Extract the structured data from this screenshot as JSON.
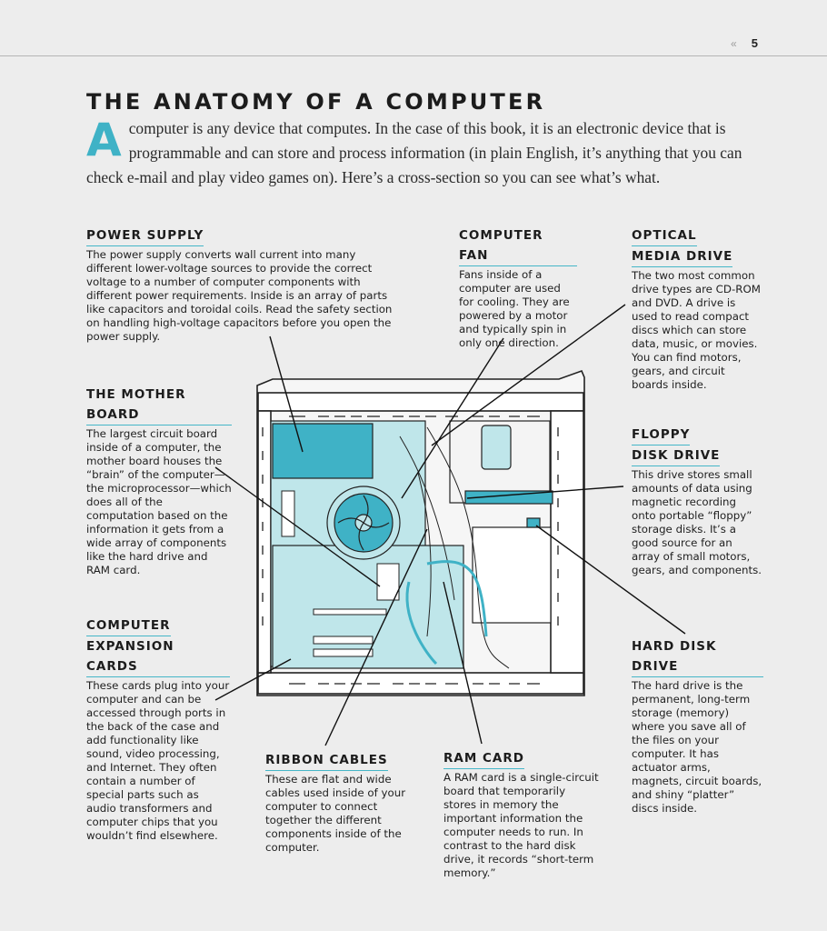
{
  "header": {
    "nav_icon": "«",
    "page_number": "5"
  },
  "title": "THE ANATOMY OF A COMPUTER",
  "intro": {
    "dropcap": "A",
    "text": "computer is any device that computes. In the case of this book, it is an electronic device that is programmable and can store and process information (in plain English, it’s anything that you can check e-mail and play video games on). Here’s a cross-section so you can see what’s what."
  },
  "callouts": {
    "power_supply": {
      "heading": "POWER SUPPLY",
      "body": "The power supply converts wall current into many different lower-voltage sources to provide the correct voltage to a number of computer components with different power requirements. Inside is an array of parts like capacitors and toroidal coils. Read the safety section on handling high-voltage capacitors before you open the power supply."
    },
    "computer_fan": {
      "heading": "COMPUTER FAN",
      "body": "Fans inside of a computer are used for cooling. They are powered by a motor and typically spin in only one direction."
    },
    "optical_drive": {
      "heading_line1": "OPTICAL",
      "heading_line2": "MEDIA DRIVE",
      "body": "The two most common drive types are CD-ROM and DVD. A drive is used to read compact discs which can store data, music, or movies. You can find motors, gears, and circuit boards inside."
    },
    "mother_board": {
      "heading": "THE MOTHER BOARD",
      "body": "The largest circuit board inside of a computer, the mother board houses the “brain” of the computer—the microprocessor—which does all of the computation based on the information it gets from a wide array of components like the hard drive and RAM card."
    },
    "floppy_drive": {
      "heading_line1": "FLOPPY",
      "heading_line2": "DISK DRIVE",
      "body": "This drive stores small amounts of data using magnetic recording onto portable “floppy” storage disks. It’s a good source for an array of small motors, gears, and components."
    },
    "expansion_cards": {
      "heading_line1": "COMPUTER",
      "heading_line2": "EXPANSION CARDS",
      "body": "These cards plug into your computer and can be accessed through ports in the back of the case and add functionality like sound, video processing, and Internet. They often contain a number of special parts such as audio transformers and computer chips that you wouldn’t find elsewhere."
    },
    "hard_drive": {
      "heading": "HARD DISK DRIVE",
      "body": "The hard drive is the permanent, long-term storage (memory) where you save all of the files on your computer. It has actuator arms, magnets, circuit boards, and shiny “platter” discs inside."
    },
    "ribbon_cables": {
      "heading": "RIBBON CABLES",
      "body": "These are flat and wide cables used inside of your computer to connect together the different components inside of the computer."
    },
    "ram_card": {
      "heading": "RAM CARD",
      "body": "A RAM card is a single-circuit board that temporarily stores in memory the important information the computer needs to run. In contrast to the hard disk drive, it records “short-term memory.”"
    }
  },
  "colors": {
    "accent": "#45b6c8",
    "board": "#bfe6ea",
    "highlight": "#3fb2c6",
    "background": "#ededed"
  }
}
